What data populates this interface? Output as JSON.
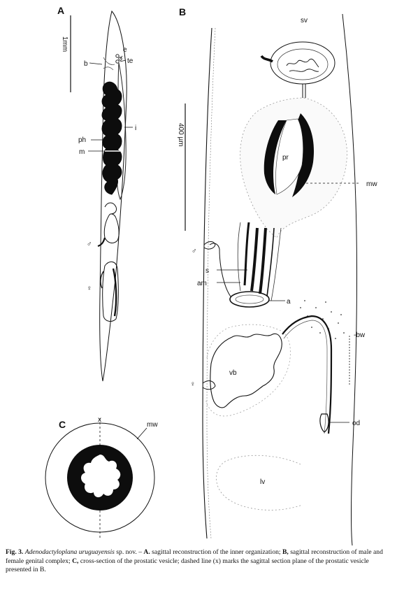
{
  "panels": {
    "a": "A",
    "b": "B",
    "c": "C"
  },
  "scales": {
    "a": "1mm",
    "b": "400 µm"
  },
  "labels_a": {
    "b": "b",
    "e": "e",
    "te": "te",
    "i": "i",
    "ph": "ph",
    "m": "m",
    "male": "♂",
    "female": "♀"
  },
  "labels_b": {
    "sv": "sv",
    "pr": "pr",
    "mw": "mw",
    "male": "♂",
    "s": "s",
    "am": "am",
    "a": "a",
    "bw": "-bw",
    "female": "♀",
    "vb": "vb",
    "od": "od",
    "lv": "lv"
  },
  "labels_c": {
    "x": "x",
    "mw": "mw"
  },
  "caption": {
    "fig": "Fig. 3.",
    "species": "Adenodactyloplana uruguayensis",
    "sp": " sp. nov. – ",
    "a_key": "A.",
    "a_text": " sagittal reconstruction of the inner organization; ",
    "b_key": "B,",
    "b_text": " sagittal reconstruction of male and female genital complex; ",
    "c_key": "C,",
    "c_text": " cross-section of the prostatic vesicle; dashed line (x) marks the sagittal section plane of the prostatic vesicle presented in B."
  }
}
